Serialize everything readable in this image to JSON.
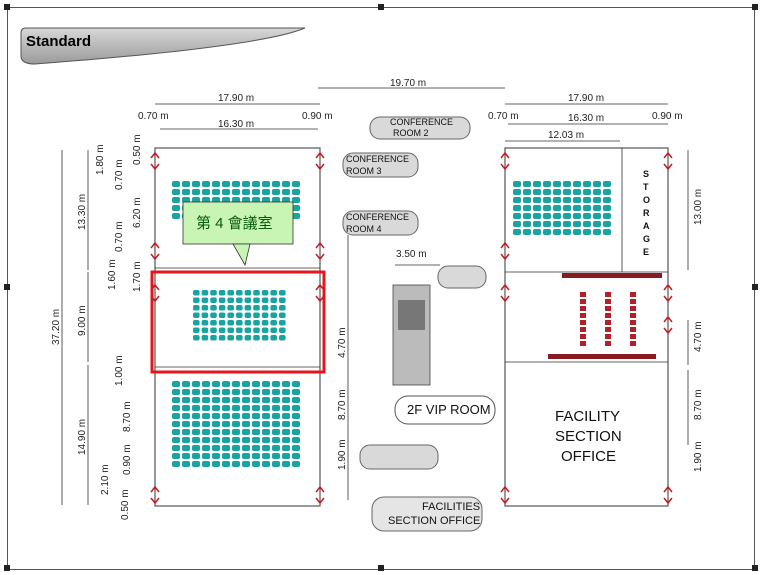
{
  "badge": {
    "label": "Standard"
  },
  "highlight_label": "第 4 會議室",
  "rooms": {
    "conference2": [
      "CONFERENCE",
      "ROOM 2"
    ],
    "conference3": [
      "CONFERENCE",
      "ROOM 3"
    ],
    "conference4": [
      "CONFERENCE",
      "ROOM 4"
    ],
    "vip": "2F VIP ROOM",
    "facility_office": [
      "FACILITY",
      "SECTION",
      "OFFICE"
    ],
    "facilities_office": [
      "FACILITIES",
      "SECTION OFFICE"
    ],
    "storage": [
      "S",
      "T",
      "O",
      "R",
      "A",
      "G",
      "E"
    ]
  },
  "dims": {
    "top_center": "19.70 m",
    "left_outer": "17.90 m",
    "left_inner": "16.30 m",
    "left_margin_l": "0.70 m",
    "left_margin_r": "0.90 m",
    "right_outer": "17.90 m",
    "right_inner": "16.30 m",
    "right_storage": "12.03 m",
    "right_margin_l": "0.70 m",
    "right_margin_r": "0.90 m",
    "stair_width": "3.50 m",
    "total_height": "37.20 m",
    "left_13_30": "13.30 m",
    "left_9_00": "9.00 m",
    "left_14_90": "14.90 m",
    "left_1_80": "1.80 m",
    "left_0_50a": "0.50 m",
    "left_0_70": "0.70 m",
    "left_6_20": "6.20 m",
    "left_0_70b": "0.70 m",
    "left_1_60": "1.60 m",
    "left_1_70": "1.70 m",
    "left_1_00": "1.00 m",
    "left_8_70": "8.70 m",
    "left_0_90": "0.90 m",
    "left_2_10": "2.10 m",
    "left_0_50b": "0.50 m",
    "mid_4_70": "4.70 m",
    "mid_8_70": "8.70 m",
    "mid_1_90": "1.90 m",
    "right_13_00": "13.00 m",
    "right_4_70": "4.70 m",
    "right_8_70": "8.70 m",
    "right_1_90": "1.90 m"
  },
  "colors": {
    "highlight": "#e8141b",
    "seat": "#1aa3a3",
    "callout": "#c8f5b4",
    "storage_seat": "#b3202a"
  }
}
